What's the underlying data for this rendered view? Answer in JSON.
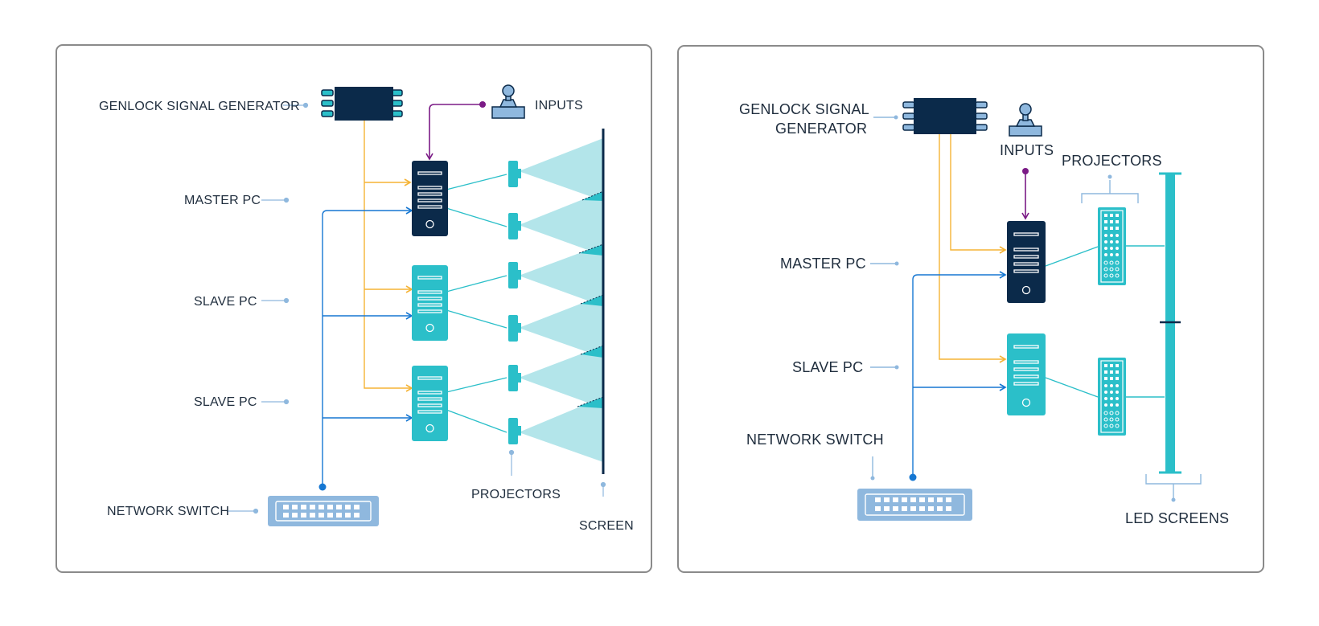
{
  "colors": {
    "navy": "#0b2a4a",
    "teal": "#2bbfc9",
    "light_teal": "#b3e5ea",
    "light_blue": "#8fb8de",
    "orange": "#f5b335",
    "blue_line": "#1677d2",
    "purple": "#7b1b86",
    "frame": "#8a8a8a"
  },
  "left_panel": {
    "genlock_label": "GENLOCK SIGNAL GENERATOR",
    "inputs_label": "INPUTS",
    "master_label": "MASTER PC",
    "slave1_label": "SLAVE PC",
    "slave2_label": "SLAVE PC",
    "network_label": "NETWORK  SWITCH",
    "projectors_label": "PROJECTORS",
    "screen_label": "SCREEN"
  },
  "right_panel": {
    "genlock_label_line1": "GENLOCK SIGNAL",
    "genlock_label_line2": "GENERATOR",
    "inputs_label": "INPUTS",
    "projectors_label": "PROJECTORS",
    "master_label": "MASTER PC",
    "slave_label": "SLAVE PC",
    "network_label": "NETWORK  SWITCH",
    "led_label": "LED SCREENS"
  },
  "icons": [
    "signal-generator-icon",
    "joystick-icon",
    "server-tower-icon",
    "projector-icon",
    "network-switch-icon",
    "led-panel-icon",
    "screen-icon"
  ]
}
